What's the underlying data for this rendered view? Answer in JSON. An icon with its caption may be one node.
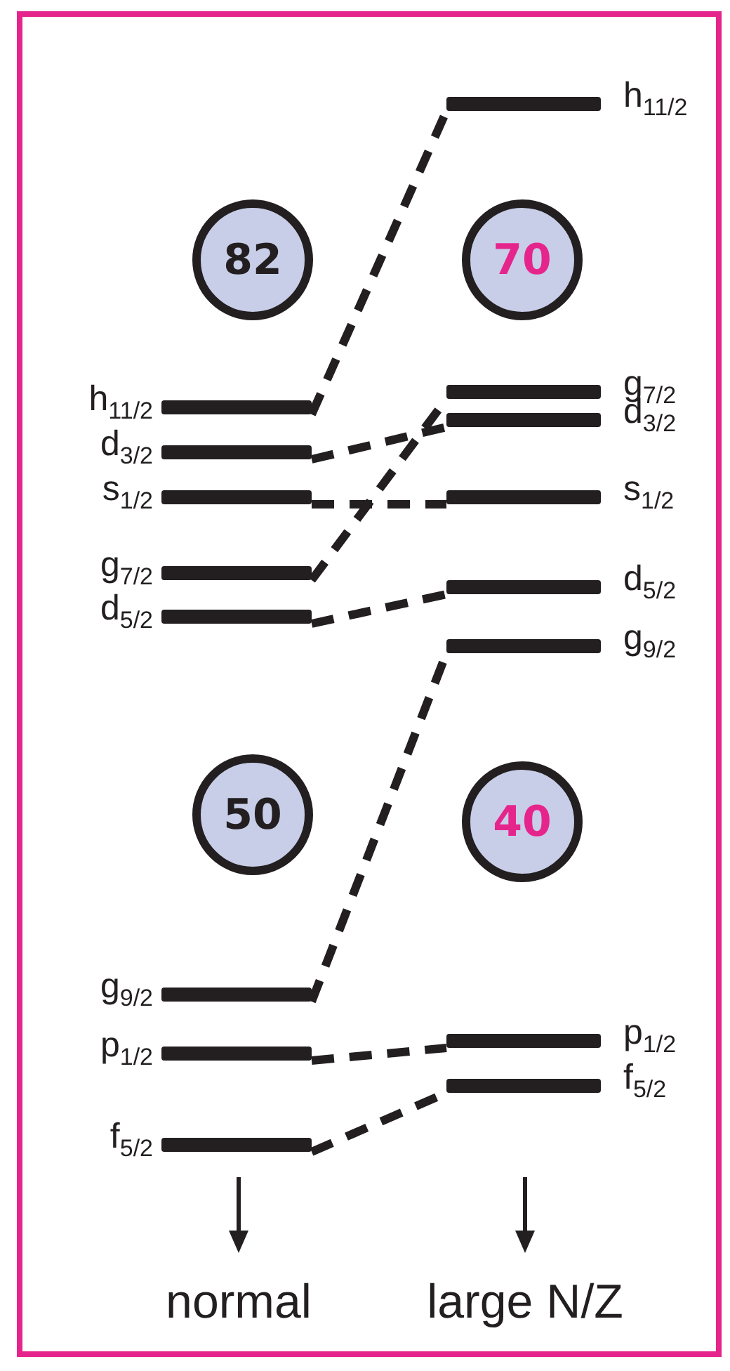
{
  "diagram": {
    "nodes": [
      {
        "text": [
          "82"
        ]
      },
      {
        "text": [
          "70"
        ]
      },
      {
        "text": [
          "50"
        ]
      },
      {
        "text": [
          "40"
        ]
      },
      {
        "text": [],
        "shape": "bar",
        "beside": [
          "h$_{11/2}$"
        ]
      },
      {
        "text": [],
        "shape": "bar",
        "beside": [
          "d$_{3/2}$"
        ]
      },
      {
        "text": [],
        "shape": "bar",
        "beside": [
          "s$_{1/2}$"
        ]
      },
      {
        "text": [],
        "shape": "bar",
        "beside": [
          "g$_{7/2}$"
        ]
      },
      {
        "text": [],
        "shape": "bar",
        "beside": [
          "d$_{5/2}$"
        ]
      },
      {
        "text": [],
        "shape": "bar",
        "beside": [
          "g$_{9/2}$"
        ]
      },
      {
        "text": [],
        "shape": "bar",
        "beside": [
          "p$_{1/2}$"
        ]
      },
      {
        "text": [],
        "shape": "bar",
        "beside": [
          "f$_{5/2}$"
        ]
      },
      {
        "text": [],
        "shape": "bar",
        "beside": [
          "h$_{11/2}$"
        ]
      },
      {
        "text": [],
        "shape": "bar",
        "beside": [
          "g$_{7/2}$"
        ]
      },
      {
        "text": [],
        "shape": "bar",
        "beside": [
          "d$_{3/2}$"
        ]
      },
      {
        "text": [],
        "shape": "bar",
        "beside": [
          "s$_{1/2}$"
        ]
      },
      {
        "text": [],
        "shape": "bar",
        "beside": [
          "d$_{5/2}$"
        ]
      },
      {
        "text": [],
        "shape": "bar",
        "beside": [
          "g$_{9/2}$"
        ]
      },
      {
        "text": [],
        "shape": "bar",
        "beside": [
          "p$_{1/2}$"
        ]
      },
      {
        "text": [],
        "shape": "bar",
        "beside": [
          "f$_{5/2}$"
        ]
      }
    ],
    "edges": [
      {
        "from": 4,
        "to": 12,
        "arrow": "none",
        "style": "dashed"
      },
      {
        "from": 5,
        "to": 14,
        "arrow": "none",
        "style": "dashed"
      },
      {
        "from": 6,
        "to": 15,
        "arrow": "none",
        "style": "dashed"
      },
      {
        "from": 7,
        "to": 13,
        "arrow": "none",
        "style": "dashed"
      },
      {
        "from": 8,
        "to": 16,
        "arrow": "none",
        "style": "dashed"
      },
      {
        "from": 9,
        "to": 17,
        "arrow": "none",
        "style": "dashed"
      },
      {
        "from": 10,
        "to": 18,
        "arrow": "none",
        "style": "dashed"
      },
      {
        "from": 11,
        "to": 19,
        "arrow": "none",
        "style": "dashed"
      }
    ],
    "labels": [
      "normal",
      "large N/Z"
    ]
  }
}
